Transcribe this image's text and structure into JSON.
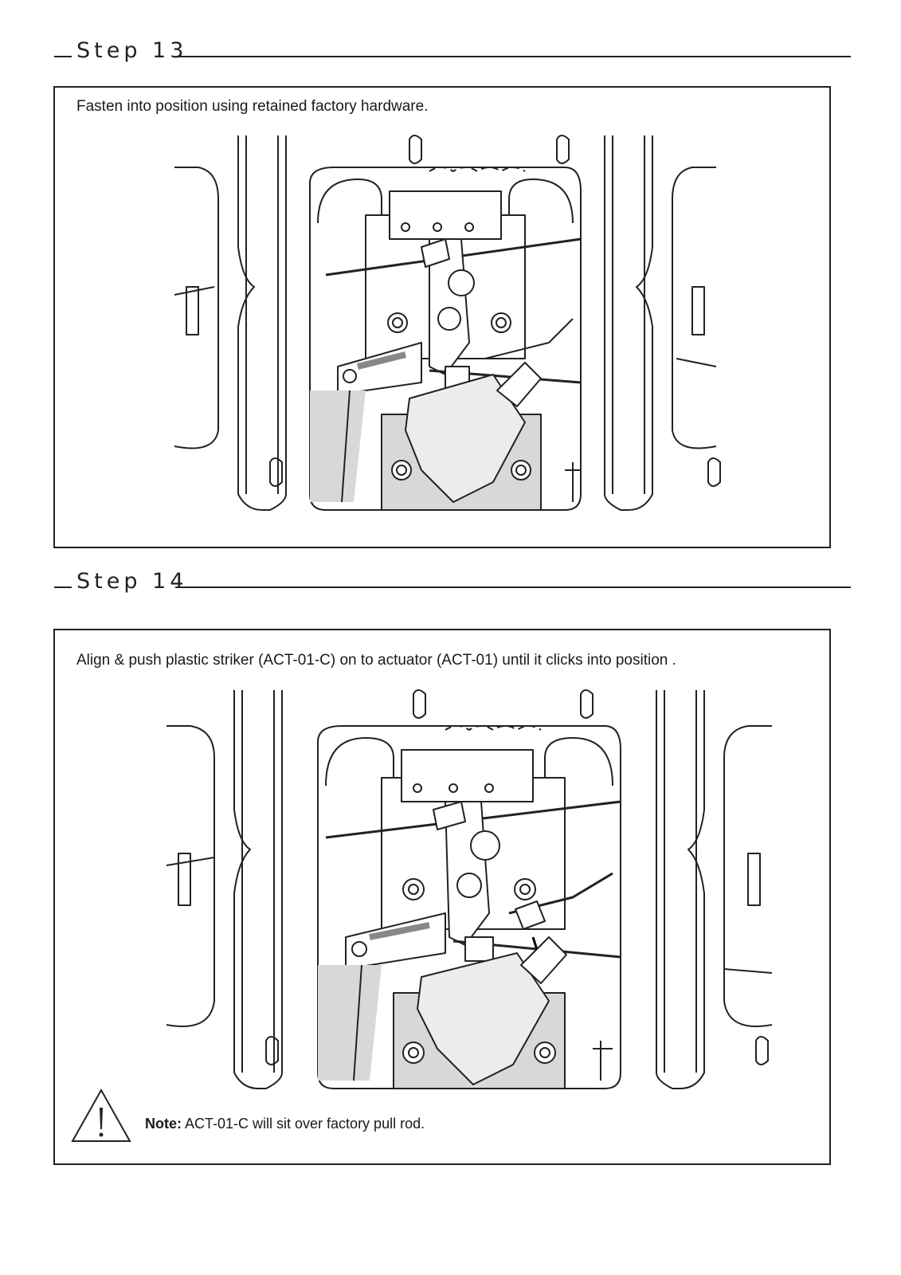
{
  "step13": {
    "heading": "Step 13",
    "caption": "Fasten into position using retained factory hardware."
  },
  "step14": {
    "heading": "Step 14",
    "caption": "Align & push plastic striker (ACT-01-C) on to actuator (ACT-01) until it clicks into position .",
    "note_label": "Note:",
    "note_text": " ACT-01-C will sit over factory pull rod."
  },
  "icons": {
    "warning": "warning-triangle-icon"
  }
}
